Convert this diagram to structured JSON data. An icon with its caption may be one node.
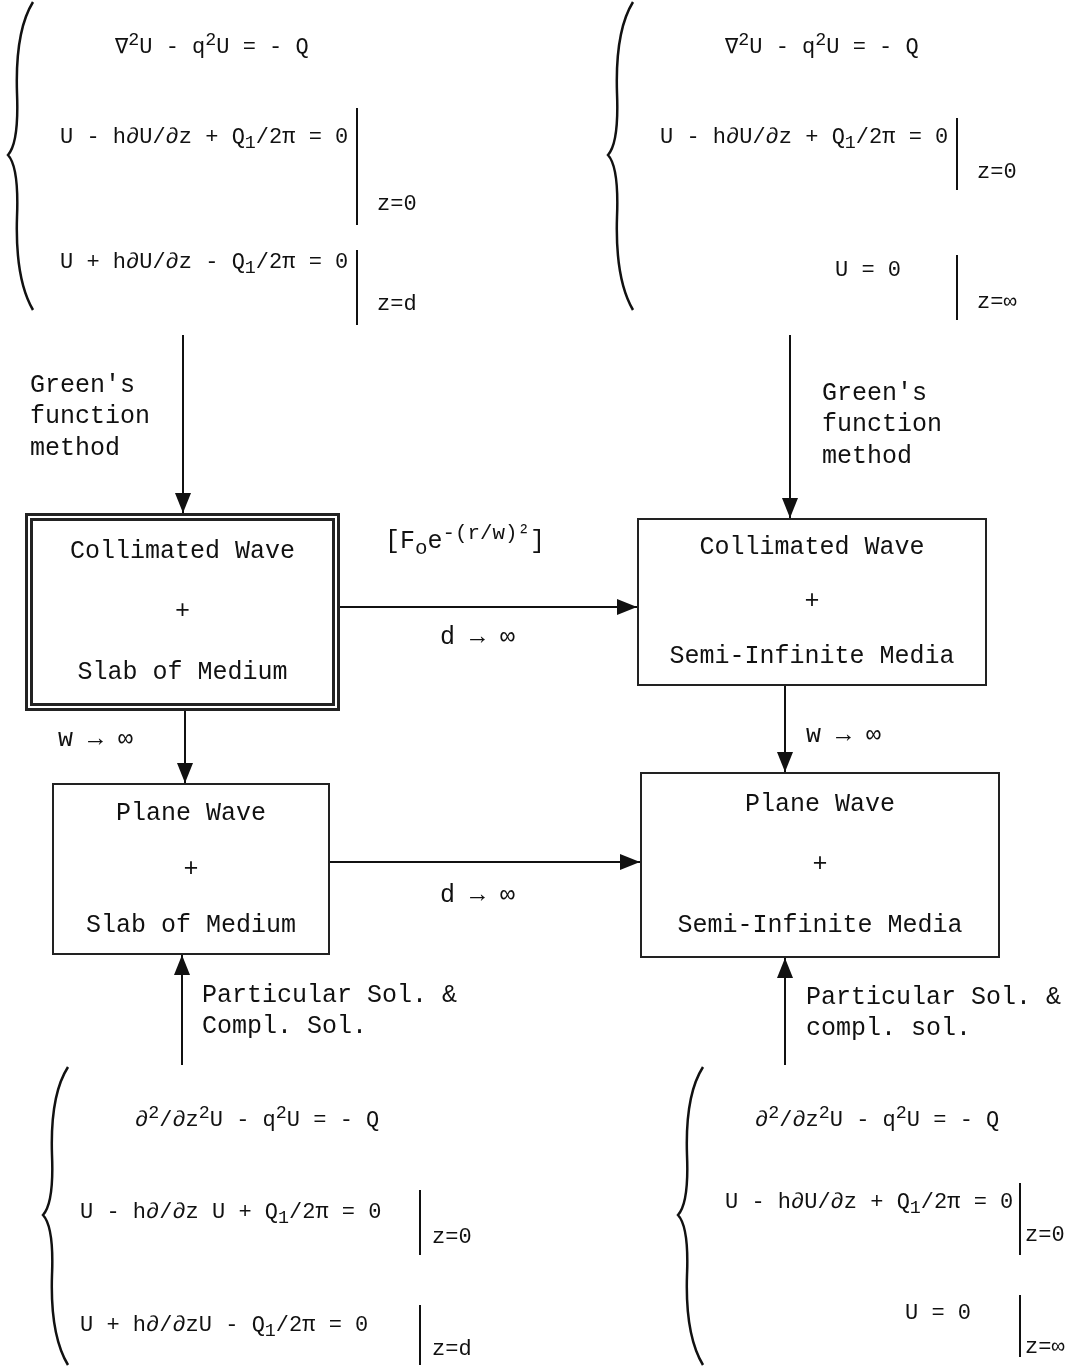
{
  "diagram": {
    "nodes": [
      {
        "text": [
          "∇$^{2}$U - q$^{2}$U = - Q",
          "U - h∂U/∂z + Q$_{1}$/2π = 0",
          "z=0",
          "U + h∂U/∂z - Q$_{1}$/2π = 0",
          "z=d"
        ]
      },
      {
        "text": [
          "∇$^{2}$U - q$^{2}$U = - Q",
          "U - h∂U/∂z + Q$_{1}$/2π = 0",
          "z=0",
          "U = 0",
          "z=∞"
        ]
      },
      {
        "text": [
          "Collimated Wave",
          "+",
          "Slab of Medium"
        ]
      },
      {
        "text": [
          "Collimated Wave",
          "+",
          "Semi-Infinite Media"
        ]
      },
      {
        "text": [
          "Plane Wave",
          "+",
          "Slab of Medium"
        ]
      },
      {
        "text": [
          "Plane Wave",
          "+",
          "Semi-Infinite Media"
        ]
      },
      {
        "text": [
          "∂$^{2}$/∂z$^{2}$U - q$^{2}$U = - Q",
          "U - h∂/∂z U + Q$_{1}$/2π = 0",
          "z=0",
          "U + h∂/∂zU - Q$_{1}$/2π = 0",
          "z=d"
        ]
      },
      {
        "text": [
          "∂$^{2}$/∂z$^{2}$U - q$^{2}$U = - Q",
          "U - h∂U/∂z + Q$_{1}$/2π = 0",
          "z=0",
          "U = 0",
          "z=∞"
        ]
      }
    ],
    "edges": [
      {
        "from": 0,
        "to": 2,
        "arrow": "to",
        "label": "Green's function method"
      },
      {
        "from": 1,
        "to": 3,
        "arrow": "to",
        "label": "Green's function method"
      },
      {
        "from": 2,
        "to": 3,
        "arrow": "to",
        "label": "d → ∞"
      },
      {
        "from": 2,
        "to": 4,
        "arrow": "to",
        "label": "w → ∞"
      },
      {
        "from": 3,
        "to": 5,
        "arrow": "to",
        "label": "w → ∞"
      },
      {
        "from": 4,
        "to": 5,
        "arrow": "to",
        "label": "d → ∞"
      },
      {
        "from": 6,
        "to": 4,
        "arrow": "to",
        "label": "Particular Sol. & Compl. Sol."
      },
      {
        "from": 7,
        "to": 5,
        "arrow": "to",
        "label": "Particular Sol. & compl. sol."
      }
    ],
    "labels": [
      "[F$_{o}$e$^{-(r/w)²}$]"
    ]
  }
}
